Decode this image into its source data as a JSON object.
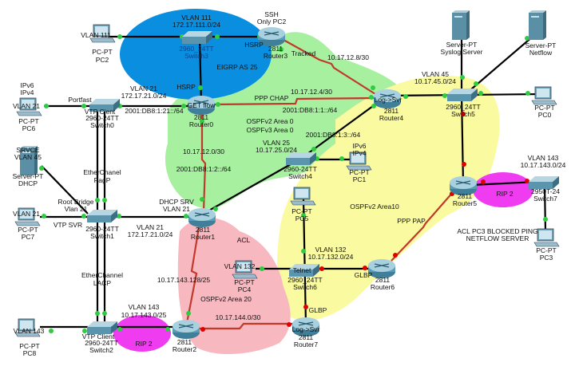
{
  "colors": {
    "eigrp_region": "#0a8fe0",
    "ospf_area0": "#a6f0a0",
    "ospf_area10": "#fafaa0",
    "ospf_area20": "#f7b8c0",
    "rip_region": "#f03cf0",
    "link_up": "#2ecc40",
    "link_down": "#e00000",
    "serial": "#c0392b"
  },
  "devices": {
    "pc2": {
      "model": "PC-PT",
      "name": "PC2",
      "tag": "VLAN 111"
    },
    "switch3": {
      "model": "2960_24TT",
      "name": "Switch3",
      "vlan": "VLAN 111",
      "subnet": "172.17.111.0/24"
    },
    "router3": {
      "model": "2811",
      "name": "Router3",
      "note1": "SSH",
      "note2": "Only PC2"
    },
    "router0": {
      "model": "2811",
      "name": "Router0",
      "tag": "GET flow"
    },
    "switch0": {
      "model": "2960-24TT",
      "name": "Switch0",
      "tag": "VTP Cient"
    },
    "pc6": {
      "model": "PC-PT",
      "name": "PC6",
      "tag": "VLAN 21",
      "note1": "IPv6",
      "note2": "IPv4"
    },
    "dhcp": {
      "model": "Server-PT",
      "name": "DHCP",
      "note1": "SRVCE",
      "note2": "VLAN 45"
    },
    "switch1": {
      "model": "2960-24TT",
      "name": "Switch1",
      "note": "VTP SVR",
      "root1": "Root Bridge",
      "root2": "Vlan 21"
    },
    "pc7": {
      "model": "PC-PT",
      "name": "PC7",
      "tag": "VLAN 21"
    },
    "router1": {
      "model": "2811",
      "name": "Router1",
      "note1": "DHCP SRV",
      "note2": "VLAN 21"
    },
    "pc4": {
      "model": "PC-PT",
      "name": "PC4",
      "tag": "VLAN 132"
    },
    "switch2": {
      "model": "2960-24TT",
      "name": "Switch2",
      "tag": "VTP Client"
    },
    "pc8": {
      "model": "PC-PT",
      "name": "PC8",
      "tag": "VLAN 143"
    },
    "router2": {
      "model": "2811",
      "name": "Router2"
    },
    "router7": {
      "model": "2811",
      "name": "Router7",
      "tag": "Log->Svr"
    },
    "switch6": {
      "model": "2960_24TT",
      "name": "Switch6",
      "tag": "Telnet"
    },
    "router6": {
      "model": "2811",
      "name": "Router6"
    },
    "pc5": {
      "model": "PC-PT",
      "name": "PC5"
    },
    "switch4": {
      "model": "2960-24TT",
      "name": "Switch4",
      "vlan": "VLAN 25",
      "subnet": "10.17.25.0/24"
    },
    "pc1": {
      "model": "PC-PT",
      "name": "PC1",
      "note1": "IPv6",
      "note2": "IPv4"
    },
    "router4": {
      "model": "2811",
      "name": "Router4",
      "tag": "Log->Svr"
    },
    "switch5": {
      "model": "2960_24TT",
      "name": "Switch5",
      "vlan": "VLAN 45",
      "subnet": "10.17.45.0/24"
    },
    "syslog": {
      "model": "Server-PT",
      "name": "Syslog Server"
    },
    "netflow": {
      "model": "Server-PT",
      "name": "Netflow"
    },
    "pc0": {
      "model": "PC-PT",
      "name": "PC0"
    },
    "router5": {
      "model": "2811",
      "name": "Router5"
    },
    "switch7": {
      "model": "2950T-24",
      "name": "Switch7",
      "vlan": "VLAN 143",
      "subnet": "10.17.143.0/24"
    },
    "pc3": {
      "model": "PC-PT",
      "name": "PC3"
    }
  },
  "annotations": {
    "hsrp": "HSRP",
    "eigrp": "EIGRP AS 25",
    "tracked": "Tracked",
    "net_12_8": "10.17.12.8/30",
    "vlan21": "VLAN 21",
    "net_21": "172.17.21.0/24",
    "v6_21": "2001:DB8:1:21::/64",
    "portfast": "Portfast",
    "ppp_chap": "PPP CHAP",
    "net_12_4": "10.17.12.4/30",
    "v6_1": "2001:DB8:1:1::/64",
    "ospfv2_a0": "OSPFv2 Area 0",
    "ospfv3_a0": "OSPFv3 Area 0",
    "v6_3": "2001:DB8:1:3::/64",
    "net_12_0": "10.17.12.0/30",
    "v6_2": "2001:DB8:1:2::/64",
    "ether_pagp1": "EtherChanel",
    "ether_pagp2": "PagP",
    "ether_lacp1": "EtherChannel",
    "ether_lacp2": "LACP",
    "acl": "ACL",
    "net_143_128": "10.17.143.128/25",
    "ospf_a20": "OSPFv2 Area 20",
    "vlan143": "VLAN 143",
    "net_143_0": "10.17.143.0/25",
    "rip2": "RIP 2",
    "net_144": "10.17.144.0/30",
    "ospf_a10": "OSPFv2 Area10",
    "ppp_pap": "PPP PAP",
    "vlan132": "VLAN 132",
    "net_132": "10.17.132.0/24",
    "glbp": "GLBP",
    "acl_pc3_1": "ACL PC3 BLOCKED PING",
    "acl_pc3_2": "NETFLOW SERVER"
  }
}
